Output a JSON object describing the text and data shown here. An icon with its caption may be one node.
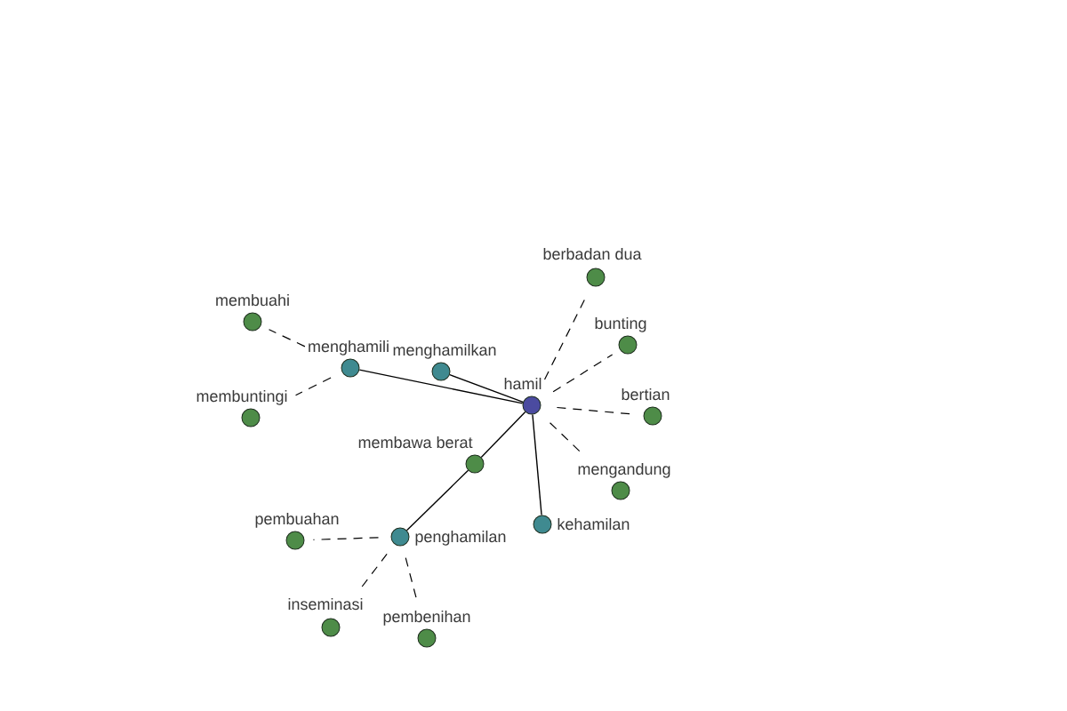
{
  "diagram": {
    "nodes": [
      {
        "text": [
          "berbadan dua"
        ]
      },
      {
        "text": [
          "membuahi"
        ]
      },
      {
        "text": [
          "bunting"
        ]
      },
      {
        "text": [
          "menghamili"
        ]
      },
      {
        "text": [
          "menghamilkan"
        ]
      },
      {
        "text": [
          "hamil"
        ]
      },
      {
        "text": [
          "membuntingi"
        ]
      },
      {
        "text": [
          "bertian"
        ]
      },
      {
        "text": [
          "membawa berat"
        ]
      },
      {
        "text": [
          "mengandung"
        ]
      },
      {
        "text": [
          "kehamilan"
        ]
      },
      {
        "text": [
          "penghamilan"
        ]
      },
      {
        "text": [
          "pembuahan"
        ]
      },
      {
        "text": [
          "inseminasi"
        ]
      },
      {
        "text": [
          "pembenihan"
        ]
      }
    ],
    "edges": [
      {
        "from": 3,
        "to": 5,
        "arrow": "none"
      },
      {
        "from": 4,
        "to": 5,
        "arrow": "none"
      },
      {
        "from": 8,
        "to": 5,
        "arrow": "none"
      },
      {
        "from": 10,
        "to": 5,
        "arrow": "none"
      },
      {
        "from": 11,
        "to": 8,
        "arrow": "none"
      },
      {
        "from": 5,
        "to": 0,
        "arrow": "none",
        "style": "dashed"
      },
      {
        "from": 5,
        "to": 2,
        "arrow": "none",
        "style": "dashed"
      },
      {
        "from": 5,
        "to": 7,
        "arrow": "none",
        "style": "dashed"
      },
      {
        "from": 5,
        "to": 9,
        "arrow": "none",
        "style": "dashed"
      },
      {
        "from": 3,
        "to": 1,
        "arrow": "none",
        "style": "dashed"
      },
      {
        "from": 3,
        "to": 6,
        "arrow": "none",
        "style": "dashed"
      },
      {
        "from": 11,
        "to": 12,
        "arrow": "none",
        "style": "dashed"
      },
      {
        "from": 11,
        "to": 13,
        "arrow": "none",
        "style": "dashed"
      },
      {
        "from": 11,
        "to": 14,
        "arrow": "none",
        "style": "dashed"
      }
    ]
  }
}
